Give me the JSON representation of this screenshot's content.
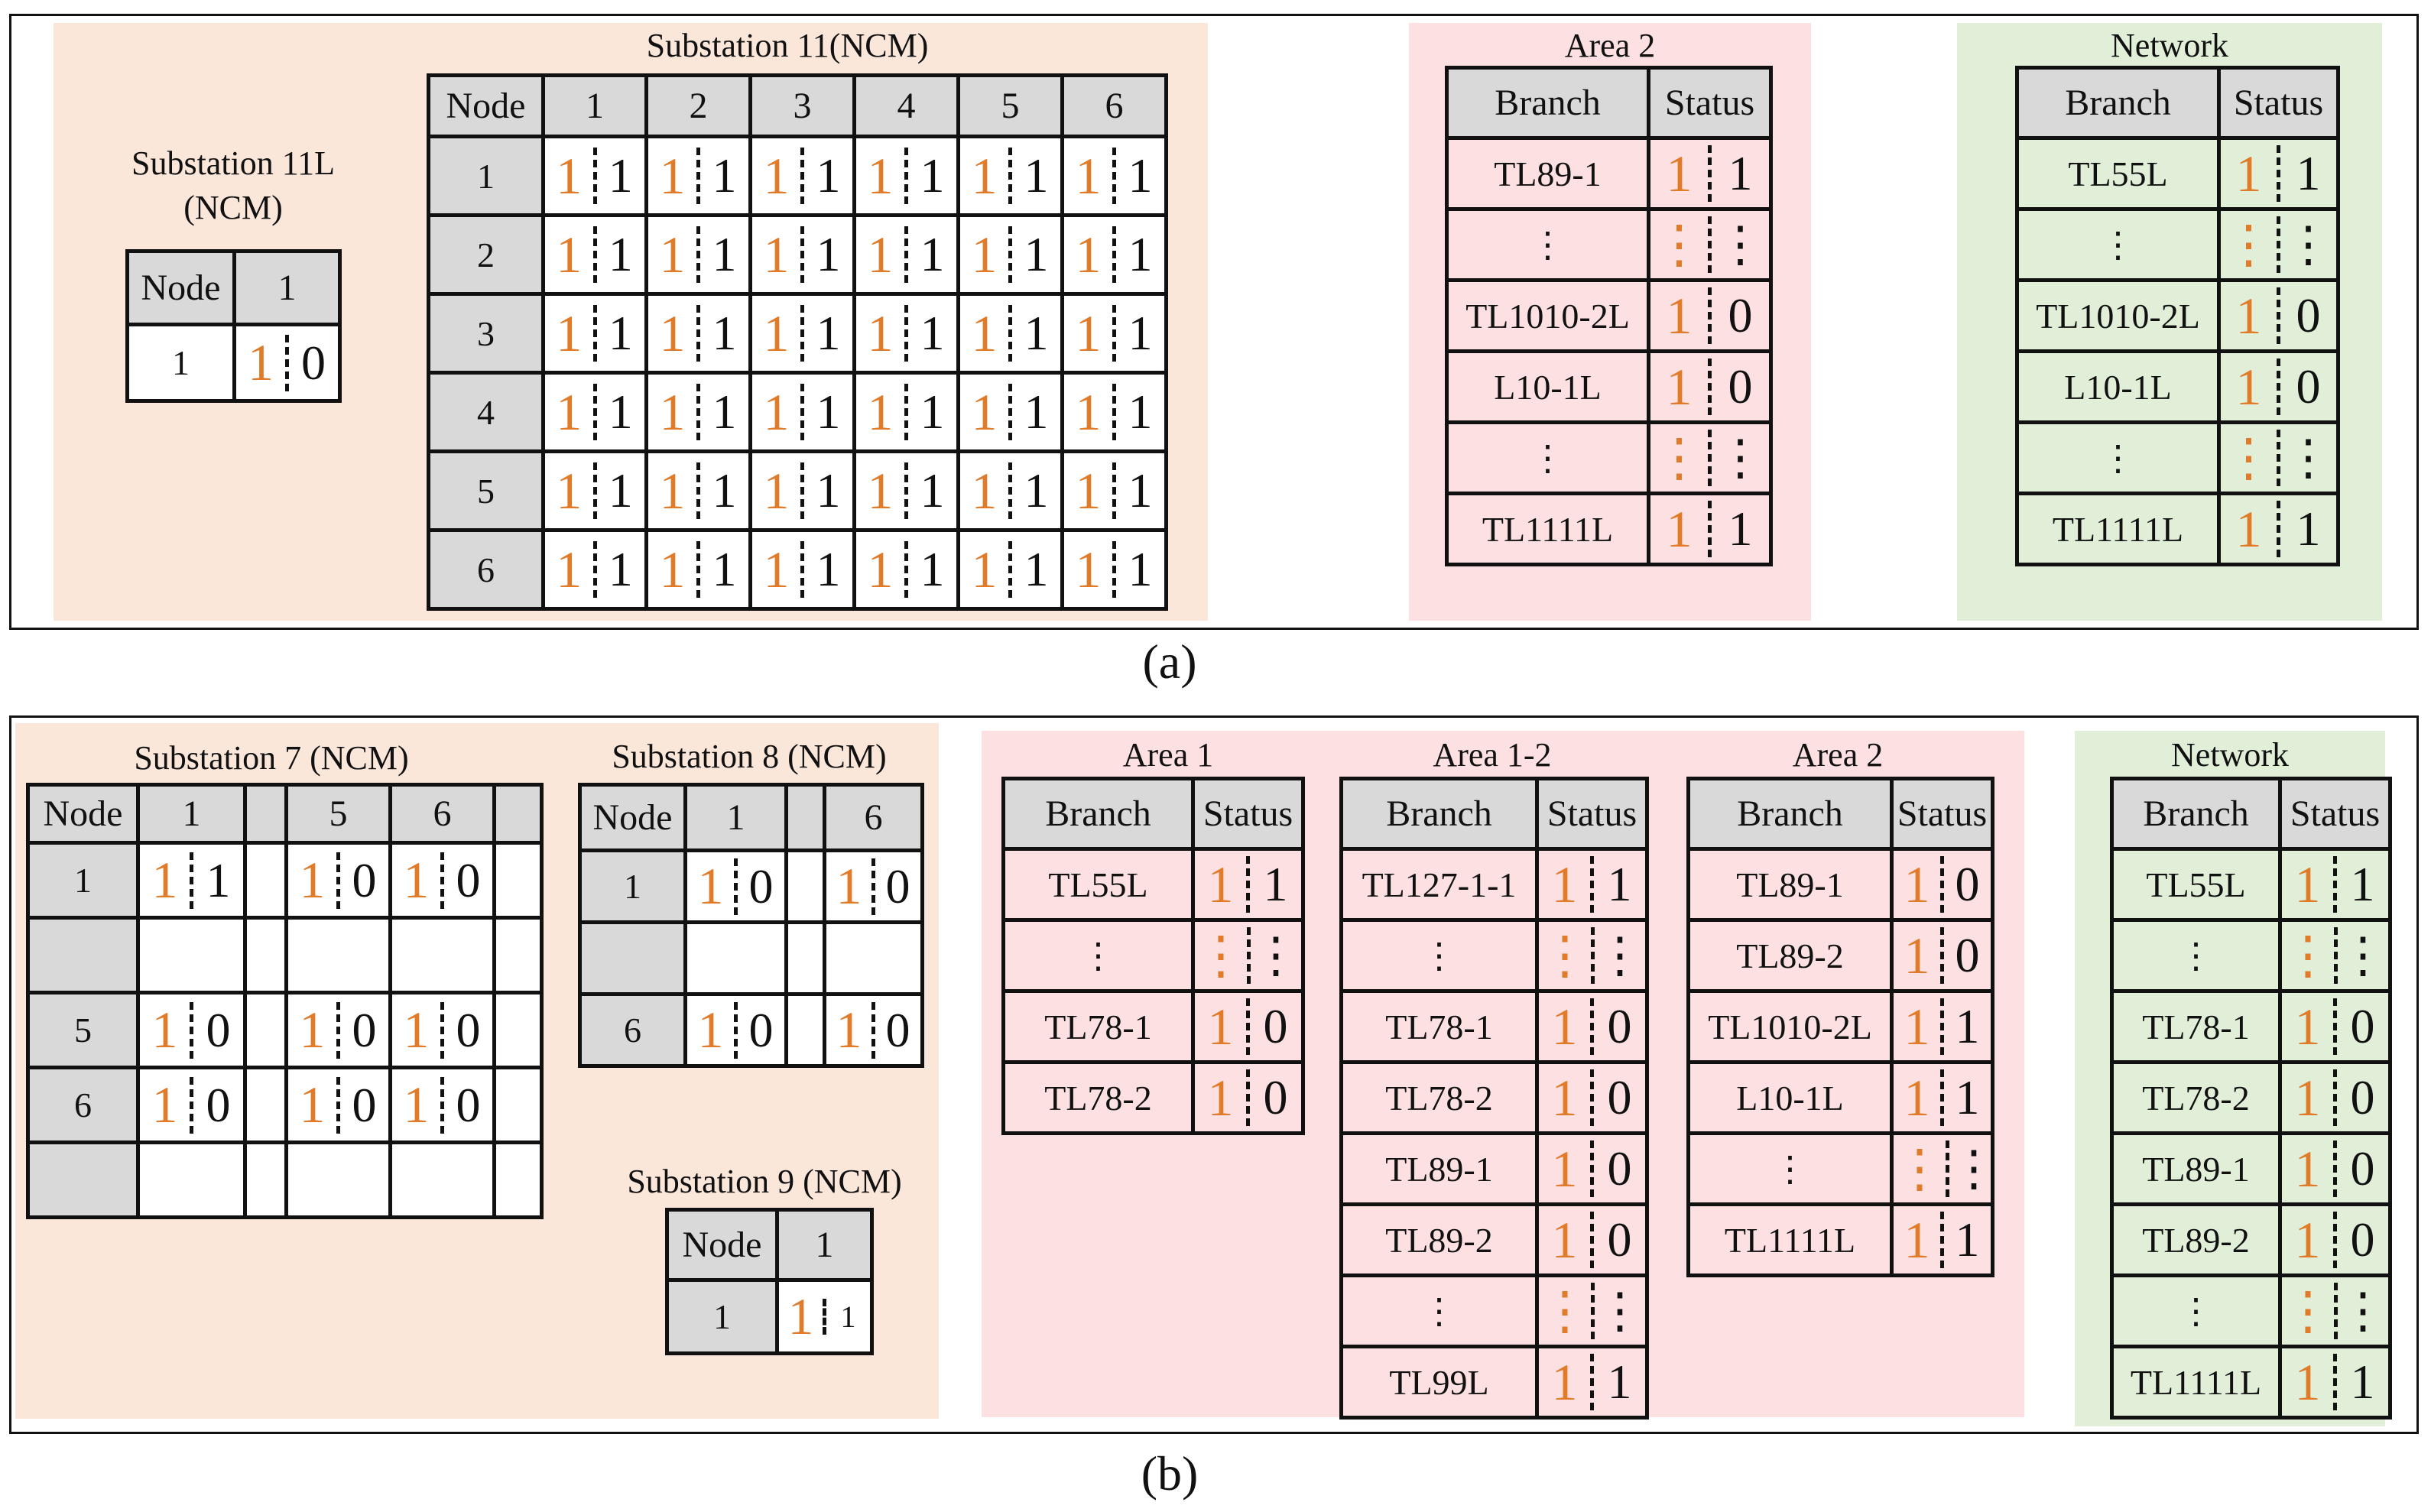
{
  "captions": {
    "a": "(a)",
    "b": "(b)"
  },
  "colors": {
    "orange_value": "#e07b2a",
    "peach_bg": "#fbe6da",
    "pink_bg": "#fde0e1",
    "green_bg": "#e1efd9",
    "header_gray": "#d9d9d9"
  },
  "a": {
    "sub11l": {
      "title1": "Substation 11L",
      "title2": "(NCM)",
      "h_node": "Node",
      "h_col": "1",
      "row": "1",
      "v1": "1",
      "v2": "0"
    },
    "sub11": {
      "title": "Substation 11(NCM)",
      "h_node": "Node",
      "cols": [
        "1",
        "2",
        "3",
        "4",
        "5",
        "6"
      ],
      "rows": [
        "1",
        "2",
        "3",
        "4",
        "5",
        "6"
      ],
      "v1": "1",
      "v2": "1"
    },
    "area2": {
      "title": "Area 2",
      "h_branch": "Branch",
      "h_status": "Status",
      "rows": [
        {
          "b": "TL89-1",
          "s1": "1",
          "s2": "1"
        },
        {
          "b": "⋮",
          "s1": "⋮",
          "s2": "⋮"
        },
        {
          "b": "TL1010-2L",
          "s1": "1",
          "s2": "0"
        },
        {
          "b": "L10-1L",
          "s1": "1",
          "s2": "0"
        },
        {
          "b": "⋮",
          "s1": "⋮",
          "s2": "⋮"
        },
        {
          "b": "TL1111L",
          "s1": "1",
          "s2": "1"
        }
      ]
    },
    "network": {
      "title": "Network",
      "h_branch": "Branch",
      "h_status": "Status",
      "rows": [
        {
          "b": "TL55L",
          "s1": "1",
          "s2": "1"
        },
        {
          "b": "⋮",
          "s1": "⋮",
          "s2": "⋮"
        },
        {
          "b": "TL1010-2L",
          "s1": "1",
          "s2": "0"
        },
        {
          "b": "L10-1L",
          "s1": "1",
          "s2": "0"
        },
        {
          "b": "⋮",
          "s1": "⋮",
          "s2": "⋮"
        },
        {
          "b": "TL1111L",
          "s1": "1",
          "s2": "1"
        }
      ]
    }
  },
  "b": {
    "sub7": {
      "title": "Substation 7 (NCM)",
      "h_node": "Node",
      "h_c1": "1",
      "h_c5": "5",
      "h_c6": "6",
      "r1": "1",
      "r5": "5",
      "r6": "6",
      "r1v": [
        "1",
        "1",
        "1",
        "0",
        "1",
        "0"
      ],
      "r5v": [
        "1",
        "0",
        "1",
        "0",
        "1",
        "0"
      ],
      "r6v": [
        "1",
        "0",
        "1",
        "0",
        "1",
        "0"
      ]
    },
    "sub8": {
      "title": "Substation 8 (NCM)",
      "h_node": "Node",
      "h_c1": "1",
      "h_c6": "6",
      "r1": "1",
      "r6": "6",
      "r1v": [
        "1",
        "0",
        "1",
        "0"
      ],
      "r6v": [
        "1",
        "0",
        "1",
        "0"
      ]
    },
    "sub9": {
      "title": "Substation 9 (NCM)",
      "h_node": "Node",
      "h_c1": "1",
      "row": "1",
      "v1": "1",
      "v2": "1"
    },
    "area1": {
      "title": "Area 1",
      "h_branch": "Branch",
      "h_status": "Status",
      "rows": [
        {
          "b": "TL55L",
          "s1": "1",
          "s2": "1"
        },
        {
          "b": "⋮",
          "s1": "⋮",
          "s2": "⋮"
        },
        {
          "b": "TL78-1",
          "s1": "1",
          "s2": "0"
        },
        {
          "b": "TL78-2",
          "s1": "1",
          "s2": "0"
        }
      ]
    },
    "area12": {
      "title": "Area 1-2",
      "h_branch": "Branch",
      "h_status": "Status",
      "rows": [
        {
          "b": "TL127-1-1",
          "s1": "1",
          "s2": "1"
        },
        {
          "b": "⋮",
          "s1": "⋮",
          "s2": "⋮"
        },
        {
          "b": "TL78-1",
          "s1": "1",
          "s2": "0"
        },
        {
          "b": "TL78-2",
          "s1": "1",
          "s2": "0"
        },
        {
          "b": "TL89-1",
          "s1": "1",
          "s2": "0"
        },
        {
          "b": "TL89-2",
          "s1": "1",
          "s2": "0"
        },
        {
          "b": "⋮",
          "s1": "⋮",
          "s2": "⋮"
        },
        {
          "b": "TL99L",
          "s1": "1",
          "s2": "1"
        }
      ]
    },
    "area2": {
      "title": "Area 2",
      "h_branch": "Branch",
      "h_status": "Status",
      "rows": [
        {
          "b": "TL89-1",
          "s1": "1",
          "s2": "0"
        },
        {
          "b": "TL89-2",
          "s1": "1",
          "s2": "0"
        },
        {
          "b": "TL1010-2L",
          "s1": "1",
          "s2": "1"
        },
        {
          "b": "L10-1L",
          "s1": "1",
          "s2": "1"
        },
        {
          "b": "⋮",
          "s1": "⋮",
          "s2": "⋮"
        },
        {
          "b": "TL1111L",
          "s1": "1",
          "s2": "1"
        }
      ]
    },
    "network": {
      "title": "Network",
      "h_branch": "Branch",
      "h_status": "Status",
      "rows": [
        {
          "b": "TL55L",
          "s1": "1",
          "s2": "1"
        },
        {
          "b": "⋮",
          "s1": "⋮",
          "s2": "⋮"
        },
        {
          "b": "TL78-1",
          "s1": "1",
          "s2": "0"
        },
        {
          "b": "TL78-2",
          "s1": "1",
          "s2": "0"
        },
        {
          "b": "TL89-1",
          "s1": "1",
          "s2": "0"
        },
        {
          "b": "TL89-2",
          "s1": "1",
          "s2": "0"
        },
        {
          "b": "⋮",
          "s1": "⋮",
          "s2": "⋮"
        },
        {
          "b": "TL1111L",
          "s1": "1",
          "s2": "1"
        }
      ]
    }
  }
}
